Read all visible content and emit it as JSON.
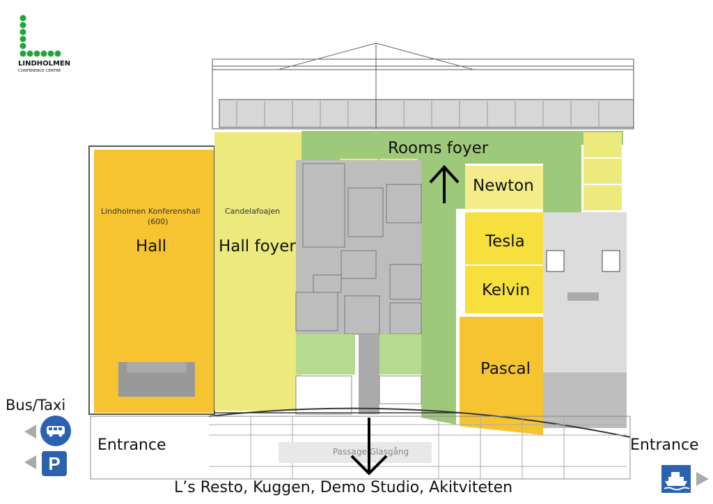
{
  "logo": {
    "line1": "LINDHOLMEN",
    "line2": "CONFERENCE CENTRE",
    "color": "#1fa636"
  },
  "rooms": {
    "hall": {
      "label": "Hall",
      "sublabel": "Lindholmen Konferenshall",
      "capacity": "(600)",
      "color": "#f7c431"
    },
    "hall_foyer": {
      "label": "Hall foyer",
      "sublabel": "Candelafoajen",
      "color": "#ece97d"
    },
    "rooms_foyer": {
      "label": "Rooms foyer",
      "color": "#9fc97a"
    },
    "newton": {
      "label": "Newton",
      "color": "#f4ec8a"
    },
    "tesla": {
      "label": "Tesla",
      "color": "#f7e03e"
    },
    "kelvin": {
      "label": "Kelvin",
      "color": "#f7e03e"
    },
    "pascal": {
      "label": "Pascal",
      "color": "#f7c431"
    }
  },
  "passage": {
    "label": "Passage Glasgång"
  },
  "bottom_label": "L’s Resto, Kuggen, Demo Studio, Akitviteten",
  "entrances": {
    "left": "Entrance",
    "right": "Entrance"
  },
  "bus_taxi": "Bus/Taxi",
  "parking": "P",
  "icon_color": "#2a62b0"
}
